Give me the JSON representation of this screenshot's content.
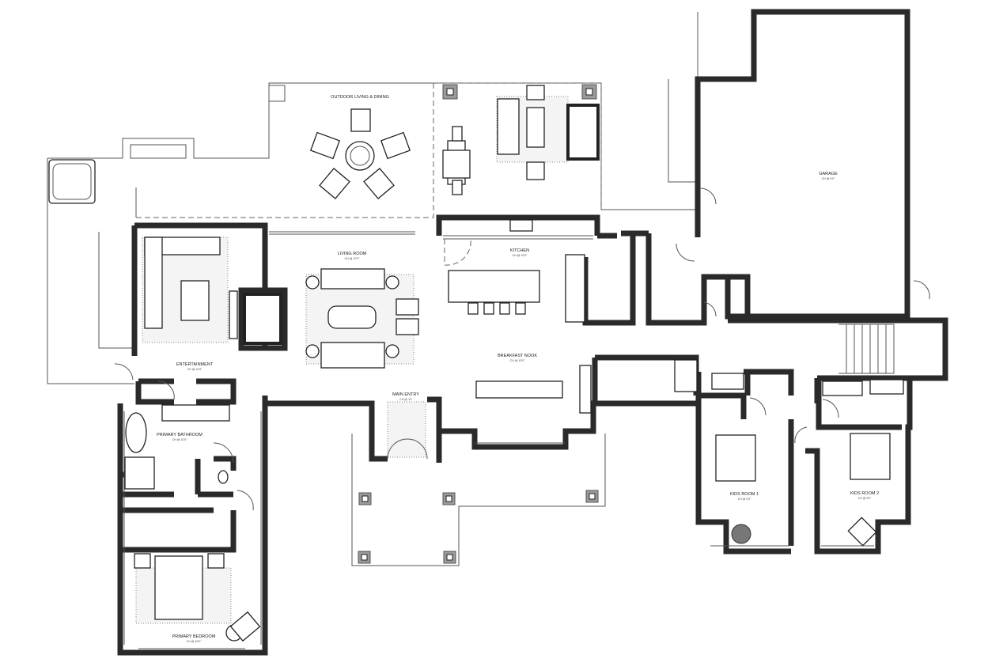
{
  "plan": {
    "rooms": [
      {
        "name": "OUTDOOR LIVING & DINING",
        "ceiling": ""
      },
      {
        "name": "LIVING ROOM",
        "ceiling": "CH @ 12'0\""
      },
      {
        "name": "KITCHEN",
        "ceiling": "CH @ 10'0\""
      },
      {
        "name": "GARAGE",
        "ceiling": "CH @ 9'0\""
      },
      {
        "name": "ENTERTAINMENT",
        "ceiling": "CH @ 10'0\""
      },
      {
        "name": "BREAKFAST NOOK",
        "ceiling": "CH @ 10'0\""
      },
      {
        "name": "MAIN ENTRY",
        "ceiling": "CH @ 12'"
      },
      {
        "name": "PRIMARY BATHROOM",
        "ceiling": "CH @ 10'0\""
      },
      {
        "name": "KIDS ROOM 1",
        "ceiling": "CH @ 9'0\""
      },
      {
        "name": "KIDS ROOM 2",
        "ceiling": "CH @ 9'0\""
      },
      {
        "name": "PRIMARY BEDROOM",
        "ceiling": "CH @ 10'0\""
      }
    ],
    "colors": {
      "wall": "#2a2a2a",
      "wall_fill": "#8a8a8a",
      "column": "#9a9a9a",
      "background": "#ffffff"
    }
  }
}
